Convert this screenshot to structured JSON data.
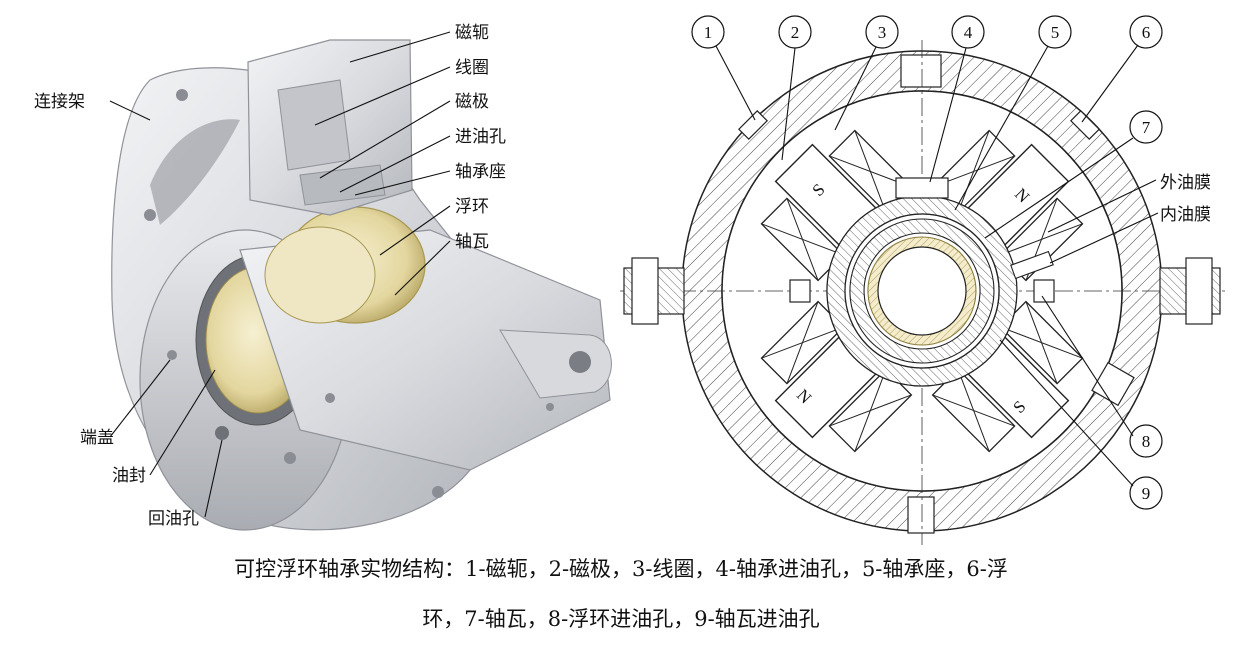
{
  "left_figure": {
    "labels": {
      "yoke": "磁轭",
      "coil": "线圈",
      "pole": "磁极",
      "oil_inlet": "进油孔",
      "bearing_seat": "轴承座",
      "floating_ring": "浮环",
      "bearing_pad": "轴瓦",
      "connecting_frame": "连接架",
      "end_cover": "端盖",
      "oil_seal": "油封",
      "oil_return_hole": "回油孔"
    }
  },
  "right_figure": {
    "numbers": [
      "1",
      "2",
      "3",
      "4",
      "5",
      "6",
      "7",
      "8",
      "9"
    ],
    "outer_film": "外油膜",
    "inner_film": "内油膜",
    "poles": {
      "top_left": "S",
      "top_right": "N",
      "bottom_left": "N",
      "bottom_right": "S"
    }
  },
  "caption": {
    "line1": "可控浮环轴承实物结构：1-磁轭，2-磁极，3-线圈，4-轴承进油孔，5-轴承座，6-浮",
    "line2": "环，7-轴瓦，8-浮环进油孔，9-轴瓦进油孔"
  },
  "colors": {
    "metal_light": "#e6e7ea",
    "metal_mid": "#c9cbd0",
    "metal_dark": "#9a9da3",
    "brass": "#e8dfb0",
    "brass_dark": "#b9a765"
  }
}
